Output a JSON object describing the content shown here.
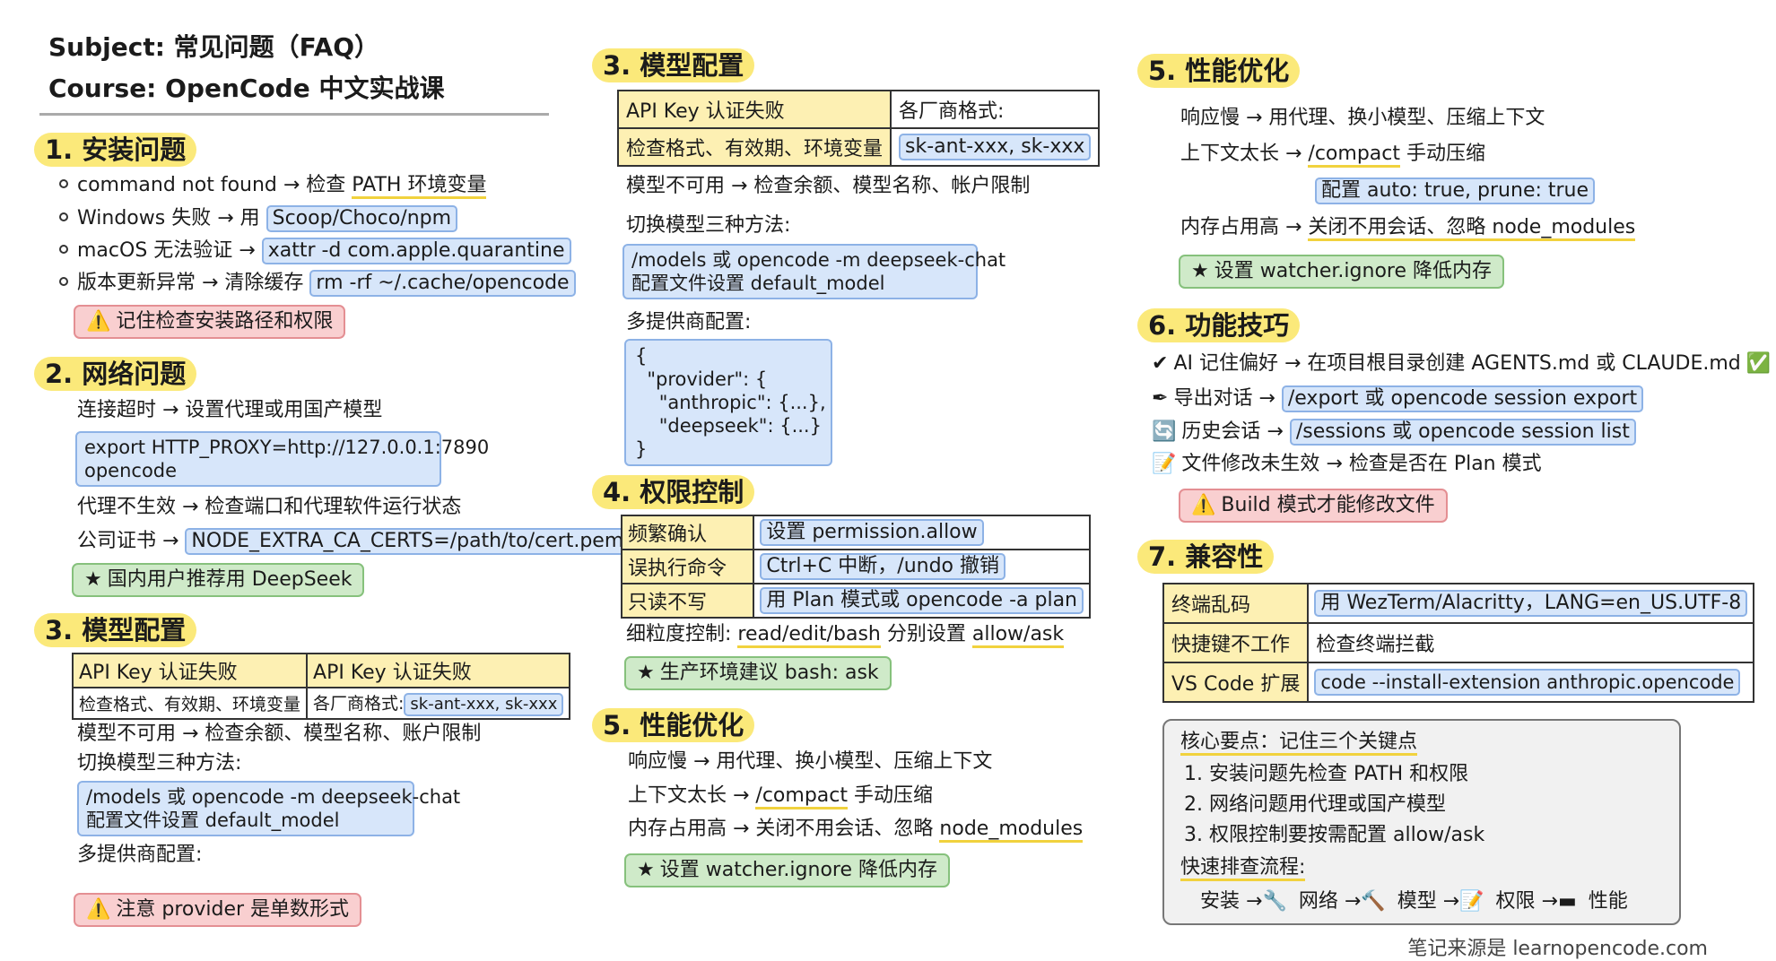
{
  "header": {
    "subject": "Subject: 常见问题（FAQ）",
    "course": "Course: OpenCode 中文实战课"
  },
  "left": {
    "install": {
      "title": "1. 安装问题",
      "items": [
        {
          "text": "command not found → 检查 ",
          "ul": "PATH 环境变量"
        },
        {
          "text": "Windows 失败 → 用 ",
          "code": "Scoop/Choco/npm"
        },
        {
          "text": "macOS 无法验证 → ",
          "code": "xattr -d com.apple.quarantine"
        },
        {
          "text": "版本更新异常 → 清除缓存 ",
          "code": "rm -rf ~/.cache/opencode"
        }
      ],
      "warn": "记住检查安装路径和权限"
    },
    "network": {
      "title": "2. 网络问题",
      "line1": "连接超时 → 设置代理或用国产模型",
      "code_lines": [
        "export HTTP_PROXY=http://127.0.0.1:7890",
        "opencode"
      ],
      "line2": "代理不生效 → 检查端口和代理软件运行状态",
      "line3_text": "公司证书 → ",
      "line3_code": "NODE_EXTRA_CA_CERTS=/path/to/cert.pem",
      "ok": "国内用户推荐用 DeepSeek"
    },
    "model": {
      "title": "3. 模型配置",
      "table": {
        "r1c1": "API Key 认证失败",
        "r1c2": "API Key 认证失败",
        "r2c1": "检查格式、有效期、环境变量",
        "r2c2_text": "各厂商格式:",
        "r2c2_code": "sk-ant-xxx, sk-xxx"
      },
      "line1": "模型不可用 → 检查余额、模型名称、账户限制",
      "line2": "切换模型三种方法:",
      "code_lines": [
        "/models 或 opencode -m deepseek-chat",
        "配置文件设置 default_model"
      ],
      "line3": "多提供商配置:",
      "warn": "注意 provider 是单数形式"
    }
  },
  "middle": {
    "model": {
      "title": "3. 模型配置",
      "table": {
        "r1c1": "API Key 认证失败",
        "r1c2": "各厂商格式:",
        "r2c1": "检查格式、有效期、环境变量",
        "r2c2_code": "sk-ant-xxx, sk-xxx"
      },
      "line1": "模型不可用 → 检查余额、模型名称、帐户限制",
      "line2": "切换模型三种方法:",
      "code_lines": [
        "/models 或 opencode -m deepseek-chat",
        "配置文件设置 default_model"
      ],
      "line3": "多提供商配置:",
      "json_lines": [
        "{",
        "  \"provider\": {",
        "    \"anthropic\": {...},",
        "    \"deepseek\": {...}",
        "}"
      ]
    },
    "perm": {
      "title": "4. 权限控制",
      "rows": [
        {
          "k": "频繁确认",
          "v": "设置 permission.allow"
        },
        {
          "k": "误执行命令",
          "v": "Ctrl+C 中断，/undo 撤销"
        },
        {
          "k": "只读不写",
          "v": "用 Plan 模式或 opencode -a plan"
        }
      ],
      "fine_label": "细粒度控制: ",
      "fine_a": "read/edit/bash",
      "fine_mid": " 分别设置 ",
      "fine_b": "allow/ask",
      "ok": "生产环境建议 bash: ask"
    },
    "perf": {
      "title": "5. 性能优化",
      "line1": "响应慢 → 用代理、换小模型、压缩上下文",
      "line2_a": "上下文太长 → ",
      "line2_b": "/compact",
      "line2_c": " 手动压缩",
      "line3_a": "内存占用高 → 关闭不用会话、忽略 ",
      "line3_b": "node_modules",
      "ok": "设置 watcher.ignore 降低内存"
    }
  },
  "right": {
    "perf": {
      "title": "5. 性能优化",
      "line1": "响应慢  →  用代理、换小模型、压缩上下文",
      "line2_a": "上下文太长 → ",
      "line2_b": "/compact",
      "line2_c": " 手动压缩",
      "code": "配置 auto: true, prune: true",
      "line3_a": "内存占用高 → ",
      "line3_b": "关闭不用会话、忽略 node_modules",
      "ok": "设置 watcher.ignore 降低内存"
    },
    "tips": {
      "title": "6. 功能技巧",
      "line1": "AI 记住偏好 → 在项目根目录创建 AGENTS.md 或 CLAUDE.md",
      "line2_a": "导出对话 → ",
      "line2_b": "/export 或 opencode session export",
      "line3_a": "历史会话 → ",
      "line3_b": "/sessions 或 opencode session list",
      "line4": "文件修改未生效 → 检查是否在 Plan 模式",
      "warn": "Build 模式才能修改文件"
    },
    "compat": {
      "title": "7. 兼容性",
      "rows": [
        {
          "k": "终端乱码",
          "v": "用 WezTerm/Alacritty，LANG=en_US.UTF-8",
          "code": true
        },
        {
          "k": "快捷键不工作",
          "v": "检查终端拦截",
          "code": false
        },
        {
          "k": "VS Code 扩展",
          "v": "code --install-extension anthropic.opencode",
          "code": true
        }
      ]
    },
    "summary": {
      "title": "核心要点：记住三个关键点",
      "items": [
        "1. 安装问题先检查 PATH 和权限",
        "2. 网络问题用代理或国产模型",
        "3. 权限控制要按需配置 allow/ask"
      ],
      "flow_title": "快速排查流程:",
      "flow": [
        {
          "label": "安装 →",
          "icon": "wrench-icon"
        },
        {
          "label": "网络 →",
          "icon": "tool-icon"
        },
        {
          "label": "模型 →",
          "icon": "memo-icon"
        },
        {
          "label": "权限 →",
          "icon": "terminal-icon"
        },
        {
          "label": "性能",
          "icon": ""
        }
      ]
    },
    "footer": "笔记来源是 learnopencode.com"
  }
}
